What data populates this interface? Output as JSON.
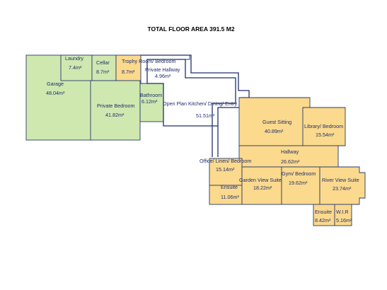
{
  "title": "TOTAL FLOOR AREA 391.5 M2",
  "rooms": {
    "laundry": {
      "name": "Laundry",
      "area": "7.4m²"
    },
    "cellar": {
      "name": "Cellar",
      "area": "8.7m²"
    },
    "trophy": {
      "name": "Trophy Room/ Bedroom",
      "area": "8.7m²"
    },
    "private_hallway": {
      "name": "Private Hallway",
      "area": "4.96m²"
    },
    "garage": {
      "name": "Garage",
      "area": "48.04m²"
    },
    "private_bedroom": {
      "name": "Private Bedroom",
      "area": "41.82m²"
    },
    "bathroom": {
      "name": "Bathroom",
      "area": "6.12m²"
    },
    "kitchen": {
      "name": "Open Plan Kitchen/ Dining/ Entry",
      "area": "51.51m²"
    },
    "guest_sitting": {
      "name": "Guest Sitting",
      "area": "40.89m²"
    },
    "library": {
      "name": "Library/ Bedroom",
      "area": "15.54m²"
    },
    "hallway": {
      "name": "Hallway",
      "area": "26.62m²"
    },
    "office": {
      "name": "Office/ Linen/ Bedroom",
      "area": "15.14m²"
    },
    "ensuite1": {
      "name": "Ensuite",
      "area": "11.06m²"
    },
    "garden_view": {
      "name": "Garden View Suite",
      "area": "18.22m²"
    },
    "gym": {
      "name": "Gym/ Bedroom",
      "area": "19.62m²"
    },
    "river_view": {
      "name": "River View Suite",
      "area": "23.74m²"
    },
    "ensuite2": {
      "name": "Ensuite",
      "area": "8.42m²"
    },
    "wir": {
      "name": "W.I.R",
      "area": "5.16m²"
    }
  },
  "colors": {
    "green": "#cfe8b0",
    "yellow": "#fbd98d",
    "wall": "#1f2f6b"
  }
}
